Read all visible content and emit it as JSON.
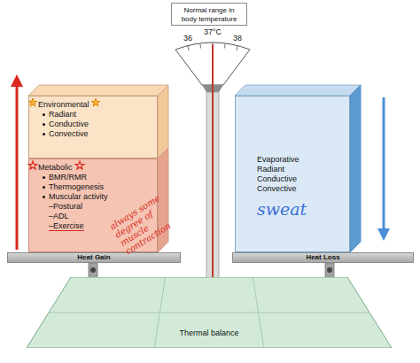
{
  "diagram": {
    "nodes": [
      {
        "text": [
          "Normal range in body temperature"
        ]
      },
      {
        "text": [
          "Environmental",
          "Radiant",
          "Conductive",
          "Convective"
        ]
      },
      {
        "text": [
          "Metabolic",
          "BMR/RMR",
          "Thermogenesis",
          "Muscular activity",
          "–Postural",
          "–ADL",
          "–Exercise"
        ]
      },
      {
        "text": [
          "Evaporative",
          "Radiant",
          "Conductive",
          "Convective",
          "sweat"
        ]
      },
      {
        "text": [
          "Heat Gain"
        ]
      },
      {
        "text": [
          "Heat Loss"
        ]
      },
      {
        "text": [
          "Thermal balance"
        ]
      }
    ],
    "labels": [
      "36",
      "37°C",
      "38",
      "always some degree of muscle contraction"
    ]
  }
}
